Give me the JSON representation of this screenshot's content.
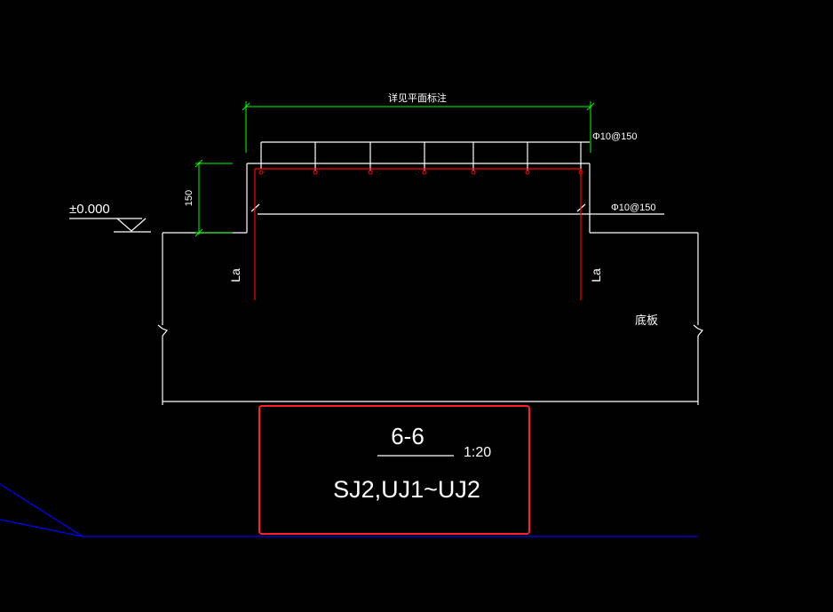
{
  "drawing": {
    "top_dimension_text": "详见平面标注",
    "top_rebar_label": "Φ10@150",
    "side_rebar_label": "Φ10@150",
    "height_dim_text": "150",
    "elevation_label": "±0.000",
    "anchor_left_label": "La",
    "anchor_right_label": "La",
    "base_slab_label": "底板"
  },
  "title_block": {
    "section_label": "6-6",
    "scale": "1:20",
    "members": "SJ2,UJ1~UJ2"
  },
  "colors": {
    "background": "#000000",
    "line_white": "#ffffff",
    "line_green": "#00ff00",
    "line_red": "#ff0000",
    "line_blue": "#0000ff",
    "highlight_box": "#ff2020"
  }
}
